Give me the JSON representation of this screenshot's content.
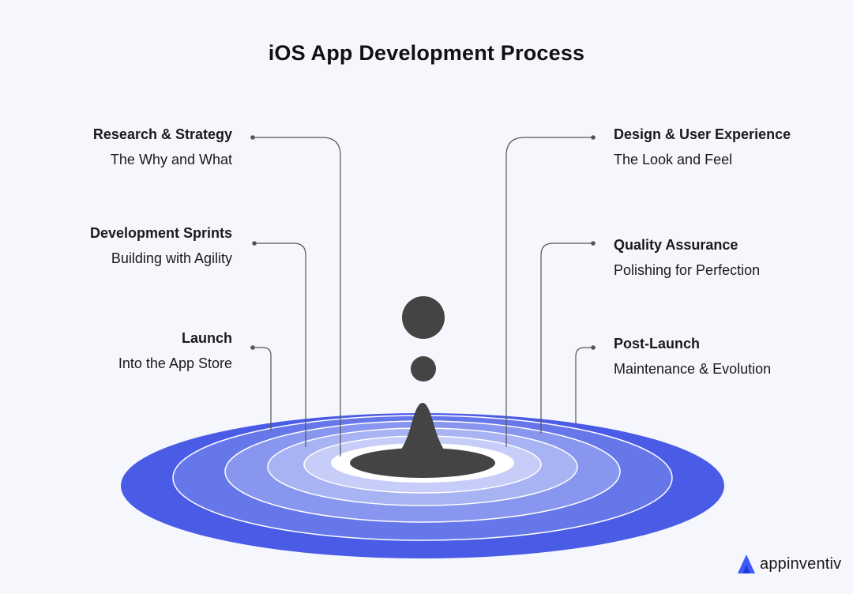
{
  "title": "iOS App Development Process",
  "steps": [
    {
      "heading": "Research & Strategy",
      "subheading": "The Why and What"
    },
    {
      "heading": "Design & User Experience",
      "subheading": "The Look and Feel"
    },
    {
      "heading": "Development Sprints",
      "subheading": "Building with Agility"
    },
    {
      "heading": "Quality Assurance",
      "subheading": "Polishing for Perfection"
    },
    {
      "heading": "Launch",
      "subheading": "Into the App Store"
    },
    {
      "heading": "Post-Launch",
      "subheading": "Maintenance & Evolution"
    }
  ],
  "brand": {
    "name": "appinventiv",
    "logo_icon": "appinventiv-logo-icon"
  },
  "colors": {
    "outer_ring": "#4a5be6",
    "ring_2": "#6677ea",
    "ring_3": "#8896ef",
    "ring_4": "#a8b3f4",
    "ring_5": "#c6cdf8",
    "droplet": "#444444",
    "background": "#f6f7fc",
    "connector": "#555555"
  }
}
